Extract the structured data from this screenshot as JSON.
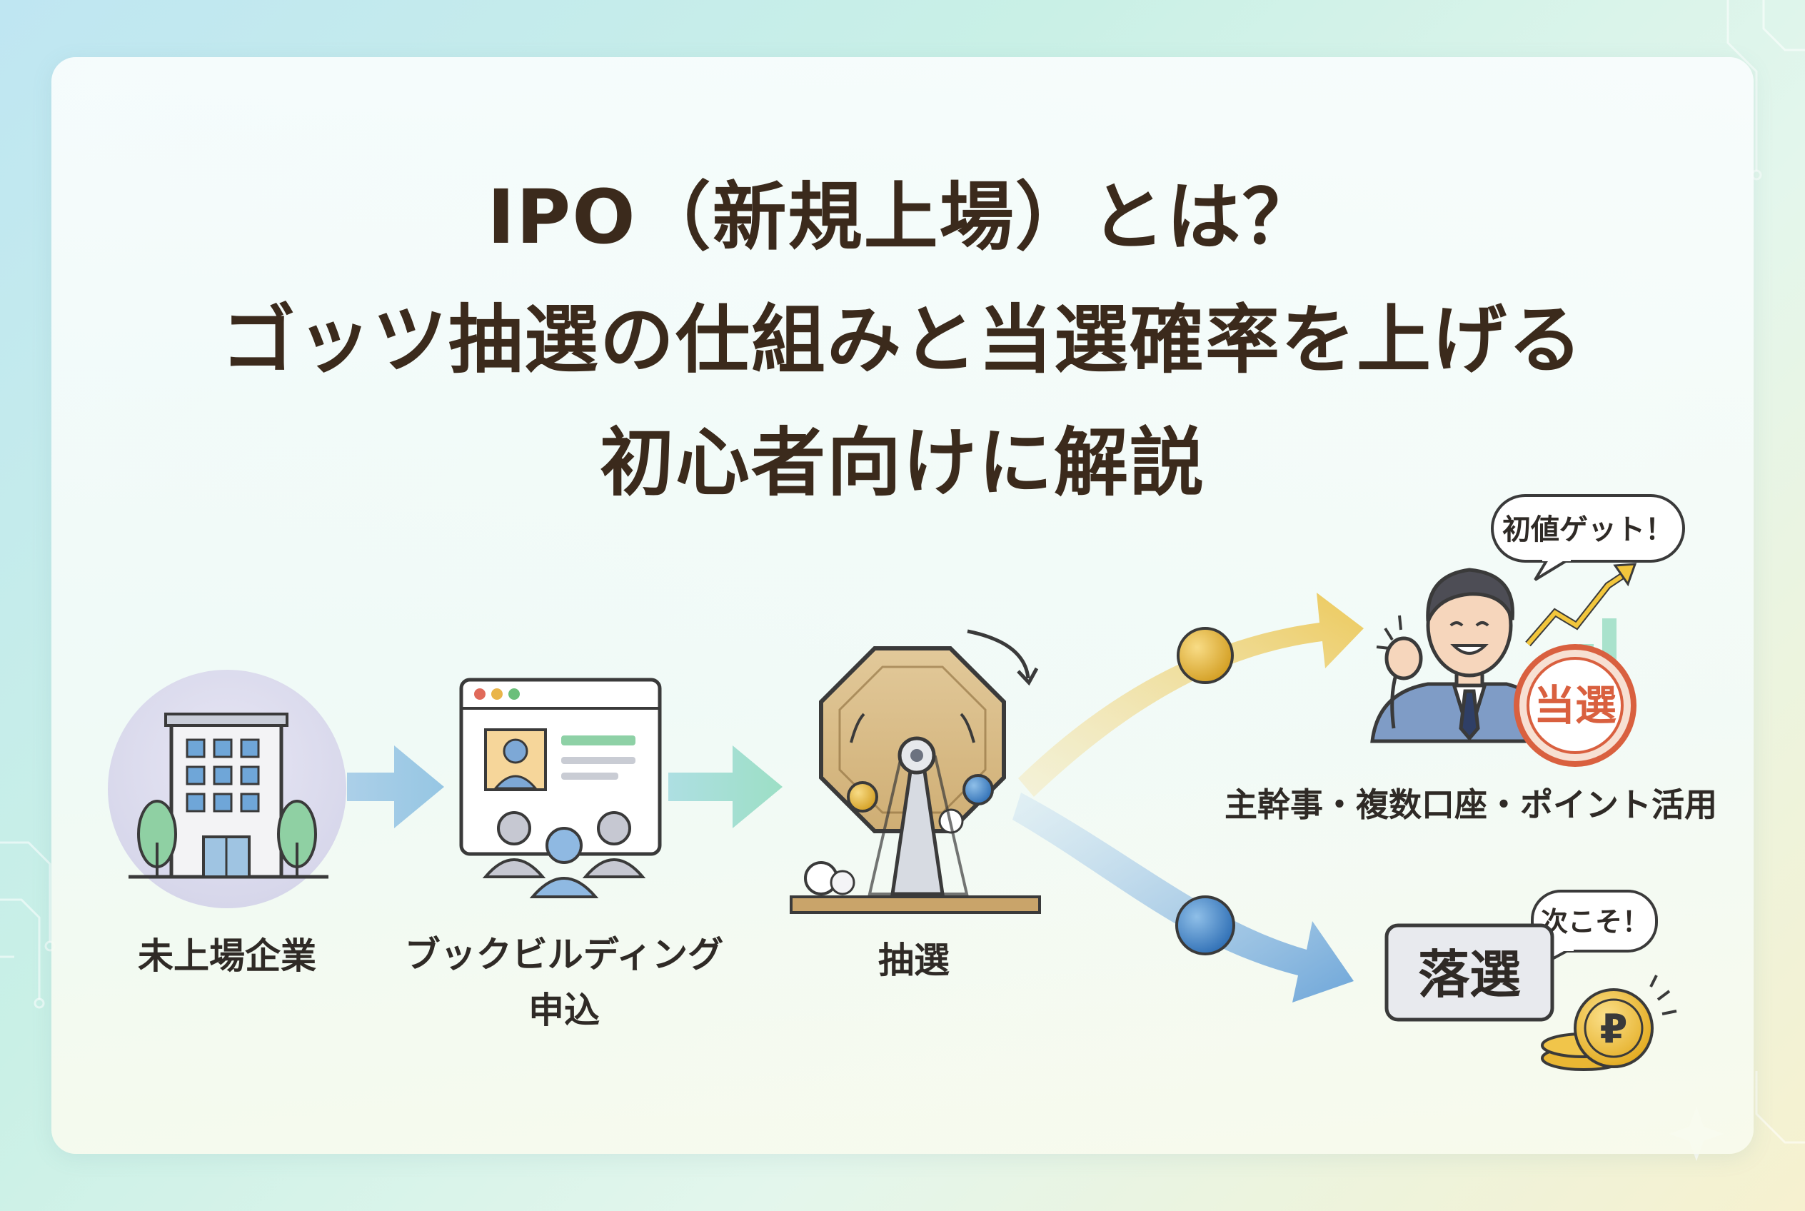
{
  "title": {
    "line1": "IPO（新規上場）とは？",
    "line2": "ゴッツ抽選の仕組みと当選確率を上げる",
    "line3": "初心者向けに解説"
  },
  "steps": {
    "company": "未上場企業",
    "bookbuilding_line1": "ブックビルディング",
    "bookbuilding_line2": "申込",
    "lottery": "抽選"
  },
  "outcomes": {
    "win_bubble": "初値ゲット！",
    "win_badge": "当選",
    "win_tips": "主幹事・複数口座・ポイント活用",
    "lose_sign": "落選",
    "lose_bubble": "次こそ！",
    "coin_symbol": "₽"
  },
  "colors": {
    "title": "#3b2a1c",
    "arrow_blue": "#7fb3dc",
    "arrow_green": "#9ed9c4",
    "arrow_gold": "#eacb6a",
    "win_red": "#d9603f",
    "ball_gold": "#e0b23c",
    "ball_blue": "#4a86c9"
  }
}
